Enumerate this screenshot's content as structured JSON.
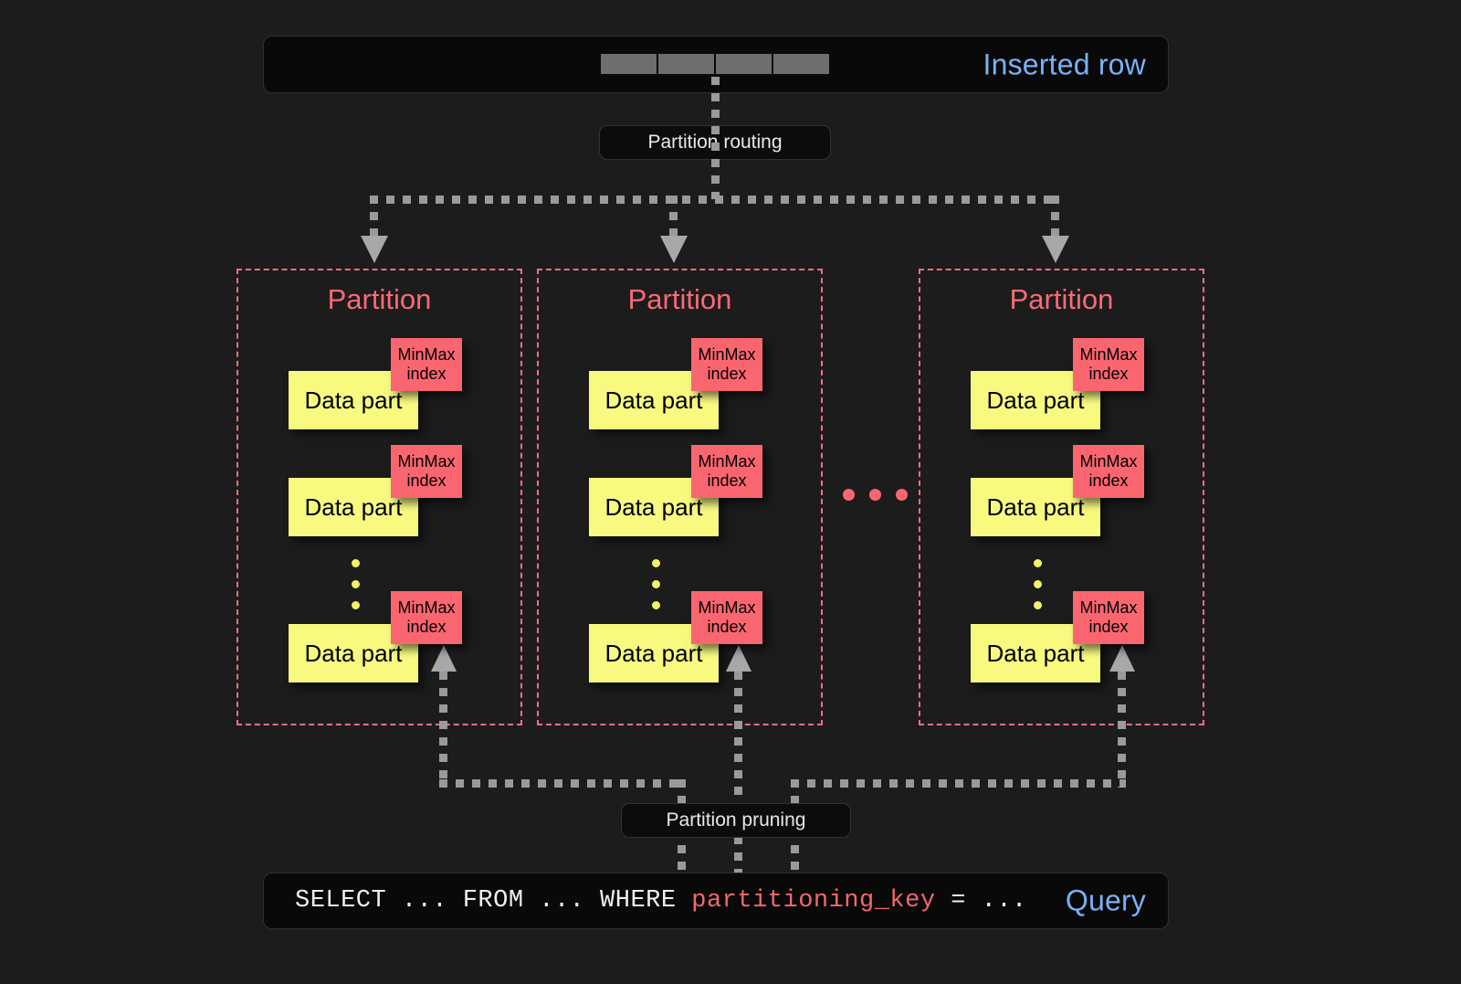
{
  "diagram": {
    "title": "Partition routing and partition pruning",
    "background_color": "#1c1c1c"
  },
  "colors": {
    "accent_blue": "#78b2f5",
    "accent_red": "#fa6a75",
    "data_part_yellow": "#f8fa80",
    "connector_gray": "#9a9a9a",
    "bar_dark": "#090909"
  },
  "inserted_row": {
    "label": "Inserted row",
    "cell_count": 4,
    "cells": [
      "",
      "",
      "",
      ""
    ]
  },
  "routing": {
    "label": "Partition routing"
  },
  "partitions": [
    {
      "title": "Partition",
      "parts": [
        {
          "data_part_label": "Data part",
          "index_line1": "MinMax",
          "index_line2": "index"
        },
        {
          "data_part_label": "Data part",
          "index_line1": "MinMax",
          "index_line2": "index"
        },
        {
          "data_part_label": "Data part",
          "index_line1": "MinMax",
          "index_line2": "index"
        }
      ]
    },
    {
      "title": "Partition",
      "parts": [
        {
          "data_part_label": "Data part",
          "index_line1": "MinMax",
          "index_line2": "index"
        },
        {
          "data_part_label": "Data part",
          "index_line1": "MinMax",
          "index_line2": "index"
        },
        {
          "data_part_label": "Data part",
          "index_line1": "MinMax",
          "index_line2": "index"
        }
      ]
    },
    {
      "title": "Partition",
      "parts": [
        {
          "data_part_label": "Data part",
          "index_line1": "MinMax",
          "index_line2": "index"
        },
        {
          "data_part_label": "Data part",
          "index_line1": "MinMax",
          "index_line2": "index"
        },
        {
          "data_part_label": "Data part",
          "index_line1": "MinMax",
          "index_line2": "index"
        }
      ]
    }
  ],
  "partition_ellipsis": {
    "dot_count": 3
  },
  "pruning": {
    "label": "Partition pruning"
  },
  "query": {
    "label": "Query",
    "sql_prefix": "SELECT ... FROM ... WHERE ",
    "sql_key": "partitioning_key",
    "sql_suffix": " = ..."
  }
}
